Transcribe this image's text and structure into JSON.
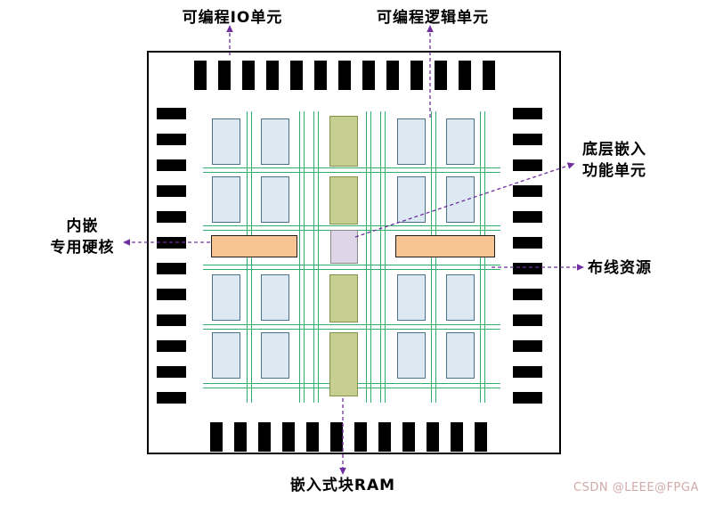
{
  "diagram": {
    "labels": {
      "io_unit": "可编程IO单元",
      "logic_unit": "可编程逻辑单元",
      "embedded_unit_line1": "底层嵌入",
      "embedded_unit_line2": "功能单元",
      "hard_core_line1": "内嵌",
      "hard_core_line2": "专用硬核",
      "routing_resource": "布线资源",
      "block_ram": "嵌入式块RAM"
    },
    "watermark": "CSDN @LEEE@FPGA",
    "colors": {
      "io_pad": "#000000",
      "chip_border": "#000000",
      "logic_cell_fill": "#dce9f3",
      "logic_cell_border": "#4a7188",
      "block_ram_fill": "#c6ce90",
      "block_ram_border": "#84914a",
      "hard_core_fill": "#f7c492",
      "hard_core_border": "#1f1f1f",
      "embedded_fill": "#ded5e9",
      "embedded_border": "#888888",
      "routing_line": "#2fae6e",
      "arrow": "#7030a0",
      "label_text": "#000000",
      "watermark_color": "#d2a9a9"
    },
    "structure": {
      "io_pads_top": 13,
      "io_pads_bottom": 12,
      "io_pads_left": 12,
      "io_pads_right": 12,
      "logic_cell_rows": 4,
      "logic_cell_columns": 4,
      "block_ram_cells": 4,
      "hard_cores": 2,
      "embedded_function_units": 1
    }
  }
}
